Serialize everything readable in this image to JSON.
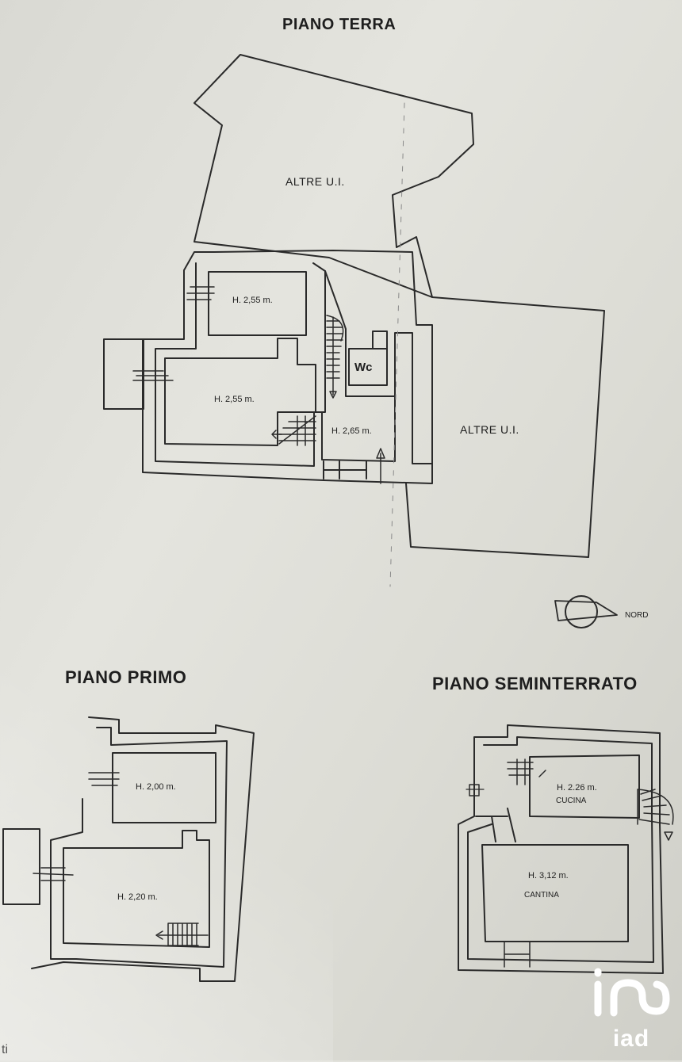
{
  "floors": {
    "terra": {
      "title": "PIANO TERRA",
      "labels": {
        "altre_top": "ALTRE U.I.",
        "altre_right": "ALTRE U.I.",
        "room_top": "H. 2,55 m.",
        "room_main": "H. 2,55 m.",
        "room_hall": "H. 2,65 m.",
        "wc": "Wc"
      }
    },
    "primo": {
      "title": "PIANO PRIMO",
      "labels": {
        "room_top": "H. 2,00 m.",
        "room_bottom": "H. 2,20 m."
      }
    },
    "seminterrato": {
      "title": "PIANO SEMINTERRATO",
      "labels": {
        "cucina_h": "H. 2.26 m.",
        "cucina": "CUCINA",
        "cantina_h": "H. 3,12 m.",
        "cantina": "CANTINA"
      }
    }
  },
  "north": {
    "label": "NORD"
  },
  "watermark": {
    "brand": "iad"
  },
  "edge_text": "ti"
}
